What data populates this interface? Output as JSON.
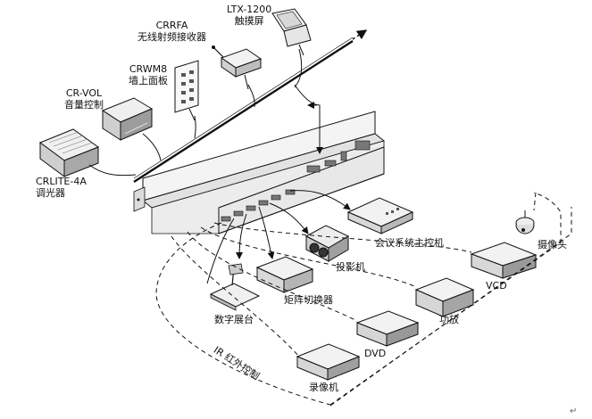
{
  "devices": {
    "touch_panel": {
      "model": "LTX-1200",
      "name": "触摸屏"
    },
    "rf_receiver": {
      "model": "CRRFA",
      "name": "无线射频接收器"
    },
    "wall_panel": {
      "model": "CRWM8",
      "name": "墙上面板"
    },
    "volume_control": {
      "model": "CR-VOL",
      "name": "音量控制"
    },
    "dimmer": {
      "model": "CRLITE-4A",
      "name": "调光器"
    },
    "conference_host": {
      "name": "会议系统主控机"
    },
    "projector": {
      "name": "投影机"
    },
    "matrix_switcher": {
      "name": "矩阵切换器"
    },
    "document_camera": {
      "name": "数字展台"
    },
    "camera": {
      "name": "摄像头"
    },
    "vcd": {
      "name": "VCD"
    },
    "amplifier": {
      "name": "功放"
    },
    "dvd": {
      "name": "DVD"
    },
    "recorder": {
      "name": "录像机"
    }
  },
  "ir_label": "IR 红外控制",
  "return_mark": "↵",
  "colors": {
    "line": "#111111",
    "device_fill": "#f2f2f2",
    "device_dark": "#8a8a8a"
  }
}
